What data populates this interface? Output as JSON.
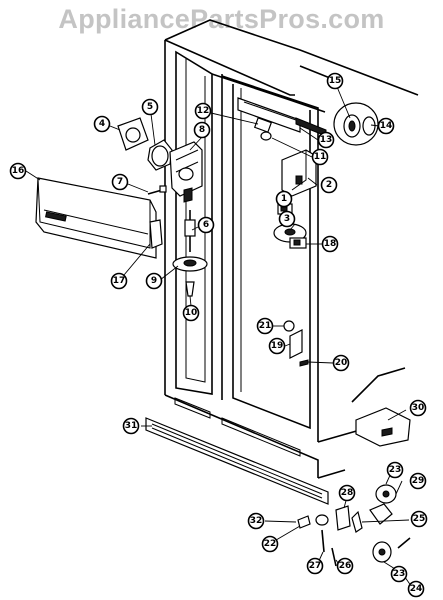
{
  "watermark": "AppliancePartsPros.com",
  "callouts": [
    {
      "label": "1"
    },
    {
      "label": "2"
    },
    {
      "label": "3"
    },
    {
      "label": "4"
    },
    {
      "label": "5"
    },
    {
      "label": "6"
    },
    {
      "label": "7"
    },
    {
      "label": "8"
    },
    {
      "label": "9"
    },
    {
      "label": "10"
    },
    {
      "label": "11"
    },
    {
      "label": "12"
    },
    {
      "label": "13"
    },
    {
      "label": "14"
    },
    {
      "label": "15"
    },
    {
      "label": "16"
    },
    {
      "label": "17"
    },
    {
      "label": "18"
    },
    {
      "label": "19"
    },
    {
      "label": "20"
    },
    {
      "label": "21"
    },
    {
      "label": "22"
    },
    {
      "label": "23"
    },
    {
      "label": "23"
    },
    {
      "label": "24"
    },
    {
      "label": "25"
    },
    {
      "label": "26"
    },
    {
      "label": "27"
    },
    {
      "label": "28"
    },
    {
      "label": "29"
    },
    {
      "label": "30"
    },
    {
      "label": "31"
    },
    {
      "label": "32"
    }
  ],
  "colors": {
    "line": "#000000",
    "watermark": "#c4c4c4",
    "background": "#ffffff"
  }
}
